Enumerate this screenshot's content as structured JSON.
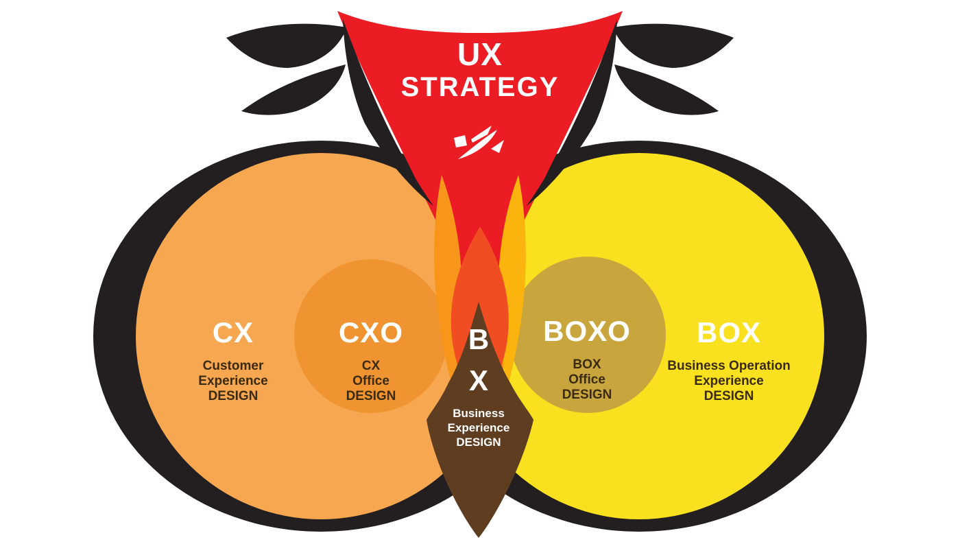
{
  "title": {
    "line1": "UX",
    "line2": "STRATEGY"
  },
  "regions": {
    "cx": {
      "label": "CX",
      "sub": [
        "Customer",
        "Experience",
        "DESIGN"
      ]
    },
    "cxo": {
      "label": "CXO",
      "sub": [
        "CX",
        "Office",
        "DESIGN"
      ]
    },
    "bx": {
      "letter1": "B",
      "letter2": "X",
      "sub": [
        "Business",
        "Experience",
        "DESIGN"
      ]
    },
    "boxo": {
      "label": "BOXO",
      "sub": [
        "BOX",
        "Office",
        "DESIGN"
      ]
    },
    "box": {
      "label": "BOX",
      "sub": [
        "Business Operation",
        "Experience",
        "DESIGN"
      ]
    }
  },
  "icons": {
    "spark": "spark-slash-icon"
  },
  "colors": {
    "background": "#FFFFFF",
    "outline_black": "#231F20",
    "strategy_red": "#EC1C24",
    "cx_orange": "#F6A74F",
    "cxo_inner_orange": "#EF9430",
    "box_yellow": "#F9E11F",
    "boxo_olive": "#C9A63D",
    "bx_brown": "#5E3D20",
    "flame_deep": "#F04D23",
    "flame_mid": "#F3901E",
    "flame_light": "#F8961C",
    "flame_gold": "#FBB30E",
    "dark_text": "#3A2A10",
    "light_text": "#FFFFFF"
  }
}
